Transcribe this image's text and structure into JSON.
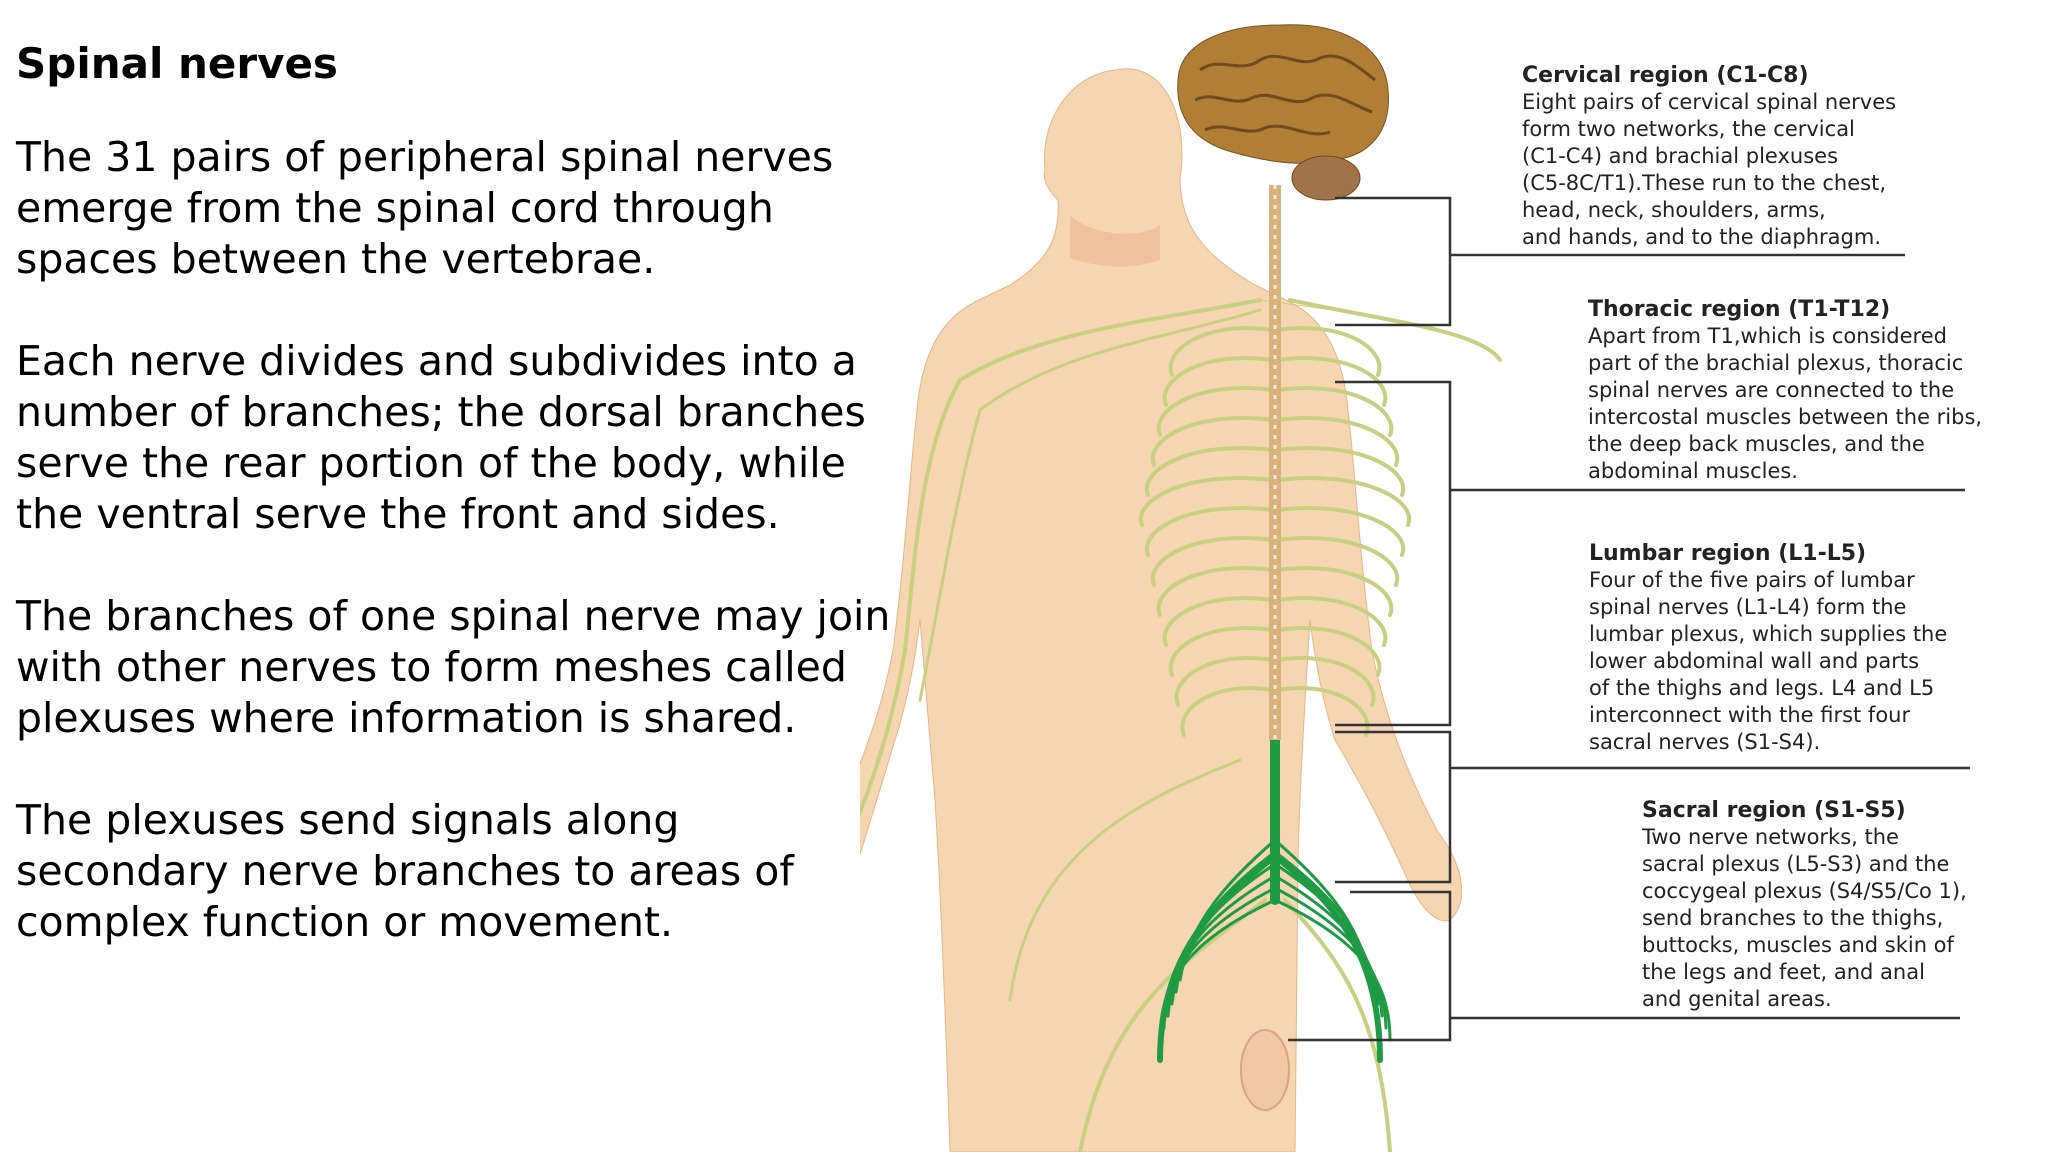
{
  "title": "Spinal nerves",
  "paragraphs": [
    "The 31 pairs of peripheral spinal nerves emerge from the spinal cord through spaces between the vertebrae.",
    "Each nerve divides and subdivides into a number of branches; the dorsal branches serve the rear portion of the body, while the ventral serve the front and sides.",
    "The branches of one spinal nerve may join with other nerves to form meshes called plexuses where information is shared.",
    "The plexuses send signals along secondary nerve branches to areas of complex function or movement."
  ],
  "regions": [
    {
      "title": "Cervical region (C1-C8)",
      "body": "Eight pairs of cervical spinal nerves\nform two networks, the cervical\n(C1-C4) and brachial plexuses\n(C5-8C/T1).These run to the chest,\nhead, neck, shoulders, arms,\nand hands, and to the diaphragm."
    },
    {
      "title": "Thoracic region (T1-T12)",
      "body": "Apart from T1,which is considered\npart of the brachial plexus, thoracic\nspinal nerves are connected to the\nintercostal muscles between the ribs,\nthe deep back muscles, and the\nabdominal muscles."
    },
    {
      "title": "Lumbar region (L1-L5)",
      "body": "Four of the five pairs of lumbar\nspinal nerves (L1-L4) form the\nlumbar plexus, which supplies the\nlower abdominal wall and parts\nof the thighs and legs. L4 and L5\ninterconnect with the first four\nsacral nerves (S1-S4)."
    },
    {
      "title": "Sacral region (S1-S5)",
      "body": "Two nerve networks, the\nsacral plexus (L5-S3) and the\ncoccygeal plexus (S4/S5/Co 1),\nsend branches to the thighs,\nbuttocks, muscles and skin of\nthe legs and feet, and anal\nand genital areas."
    }
  ],
  "colors": {
    "skin": "#f5d6b0",
    "nerve": "#c8cf82",
    "plexus": "#1f9a45",
    "brain": "#b07e36",
    "cerebellum": "#a0734a",
    "leader": "#333333"
  }
}
